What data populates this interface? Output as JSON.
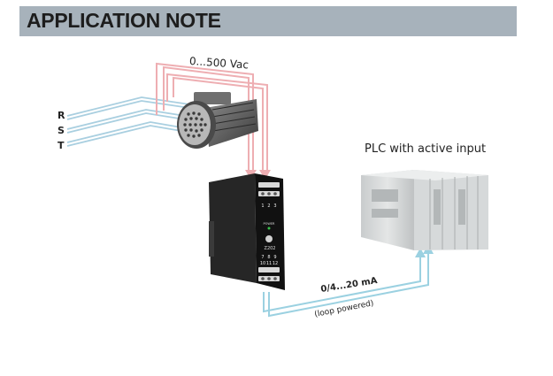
{
  "header": {
    "title": "APPLICATION NOTE"
  },
  "diagram": {
    "voltage_label": "0...500 Vac",
    "phases": [
      "R",
      "S",
      "T"
    ],
    "plc_label": "PLC with active input",
    "current_label": "0/4...20 mA",
    "loop_label": "(loop powered)",
    "device": {
      "model": "Z202",
      "power_label": "POWER",
      "top_terminals": [
        "1",
        "2",
        "3"
      ],
      "bottom_terminals": [
        "7",
        "8",
        "9",
        "10",
        "11",
        "12"
      ]
    },
    "colors": {
      "voltage_wire": "#eeaeb2",
      "phase_wire": "#a9cfe0",
      "current_wire": "#9bd1e1",
      "header_bg": "#a7b2bb"
    },
    "icons": [
      "motor-icon",
      "signal-converter-icon",
      "plc-icon",
      "arrow-down-icon",
      "arrow-up-icon"
    ]
  }
}
